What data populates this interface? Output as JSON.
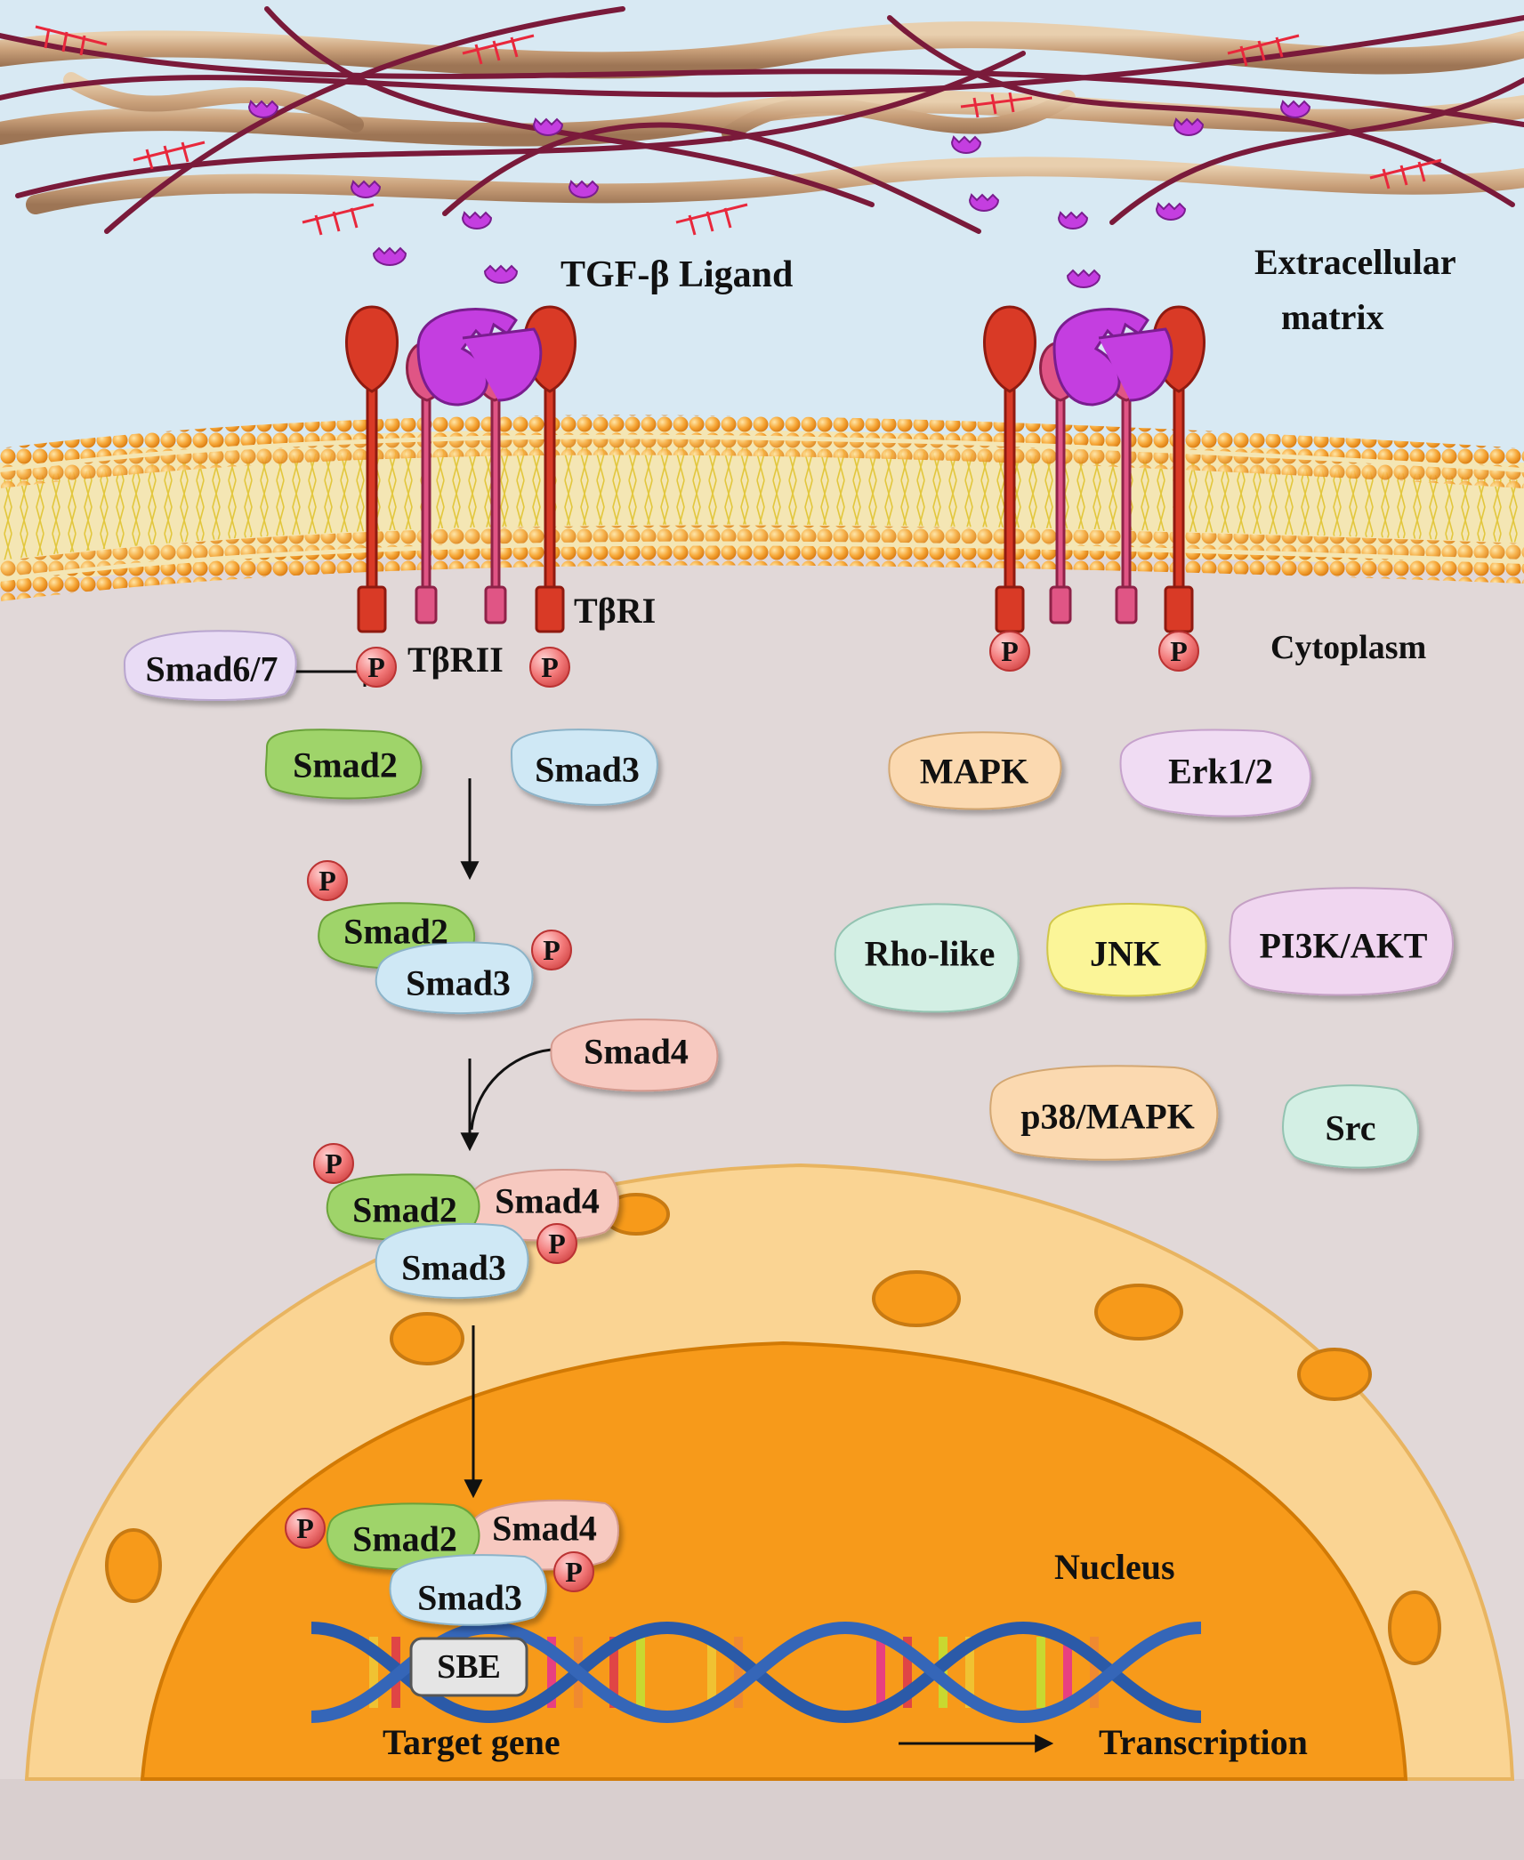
{
  "labels": {
    "ligand": "TGF-β Ligand",
    "ecm_line1": "Extracellular",
    "ecm_line2": "matrix",
    "cytoplasm": "Cytoplasm",
    "receptor_1": "TβRI",
    "receptor_2": "TβRII",
    "nucleus": "Nucleus",
    "target_gene": "Target gene",
    "transcription": "Transcription",
    "sbe": "SBE",
    "phospho": "P"
  },
  "proteins": {
    "smad6_7": "Smad6/7",
    "smad2": "Smad2",
    "smad3": "Smad3",
    "smad4": "Smad4",
    "mapk": "MAPK",
    "erk": "Erk1/2",
    "rho": "Rho-like",
    "jnk": "JNK",
    "pi3k": "PI3K/AKT",
    "p38": "p38/MAPK",
    "src": "Src"
  },
  "colors": {
    "smad2": "#9fd46a",
    "smad3": "#cfe8f5",
    "smad4": "#f7c9c0",
    "smad6_7": "#e9dcf5",
    "mapk": "#fbd9b0",
    "erk": "#f0dcf3",
    "rho": "#d3efe4",
    "jnk": "#fbf598",
    "pi3k": "#f0d6f0",
    "p38": "#fbd9b0",
    "src": "#d3efe4",
    "phospho": "#f0787a",
    "receptor": "#e4422e",
    "ligand": "#c43ee0",
    "cytoplasm": "#e1d8d8",
    "nucleus_outer": "#fad493",
    "nucleus_inner": "#f79a1a",
    "ecm_background": "#d8e9f3"
  }
}
